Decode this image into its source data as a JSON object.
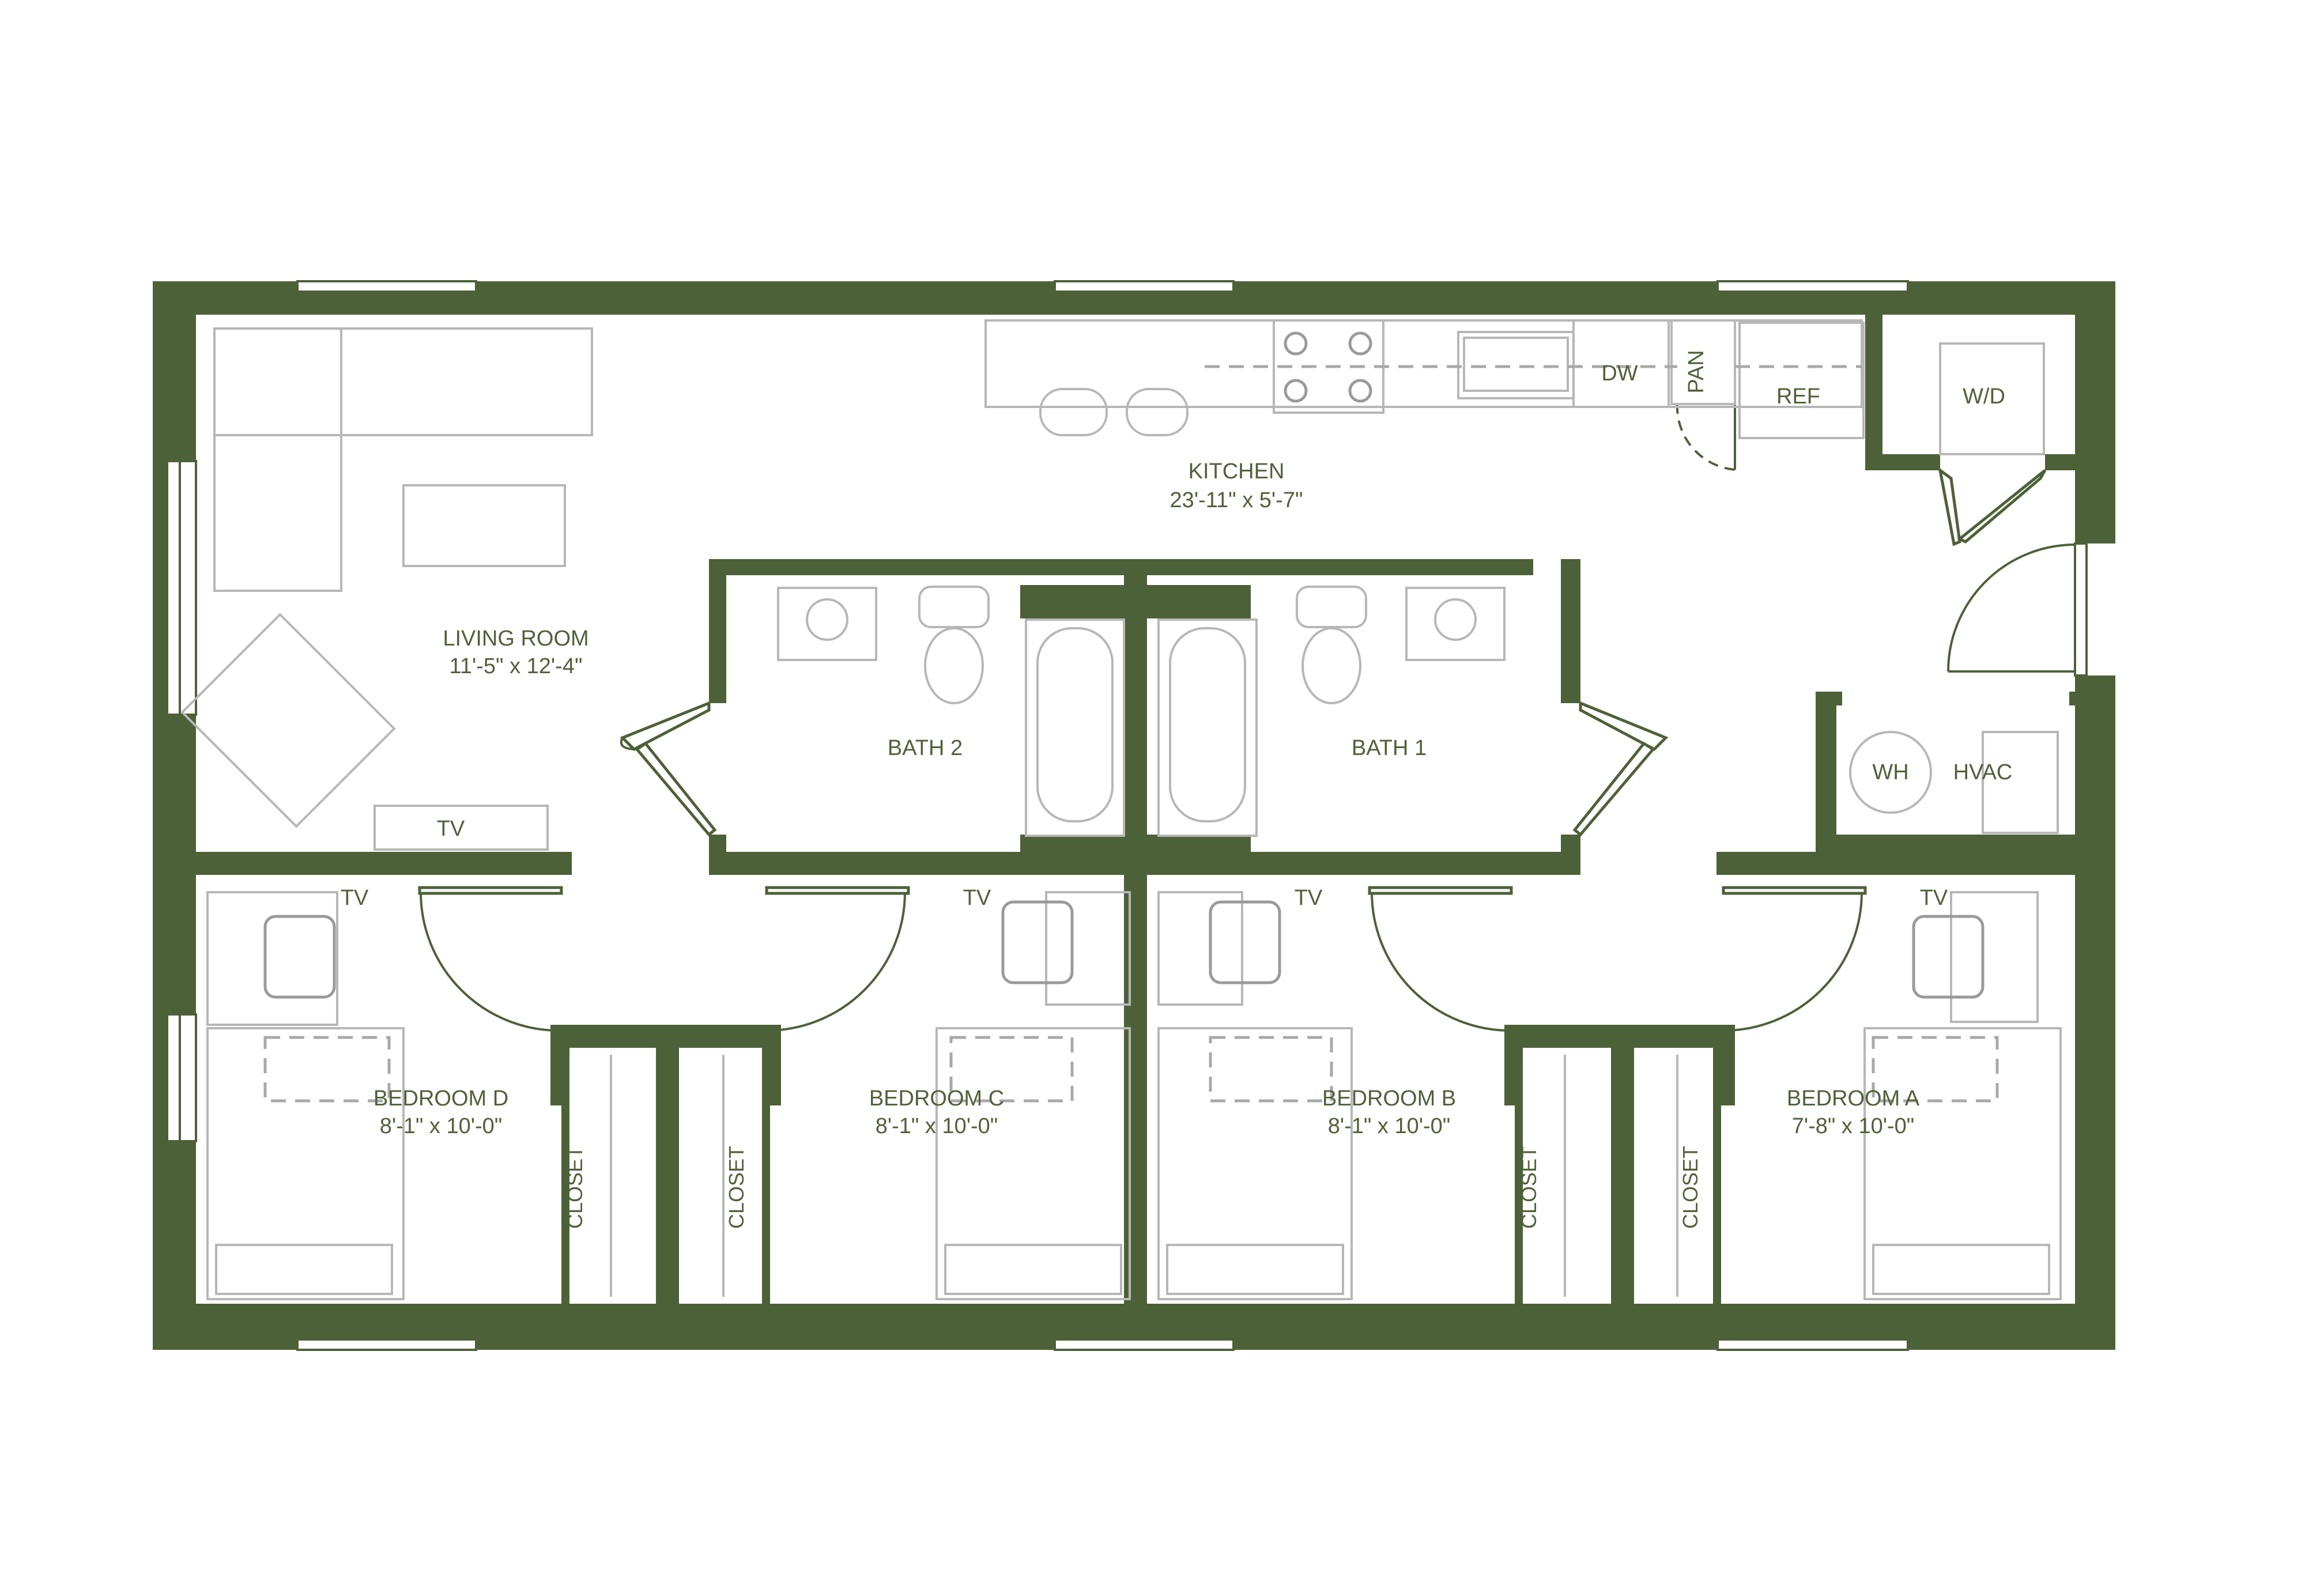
{
  "rooms": {
    "kitchen": {
      "name": "KITCHEN",
      "dims": "23'-11\" x 5'-7\""
    },
    "living_room": {
      "name": "LIVING ROOM",
      "dims": "11'-5\" x 12'-4\""
    },
    "bath_2": {
      "name": "BATH 2"
    },
    "bath_1": {
      "name": "BATH 1"
    },
    "bedroom_d": {
      "name": "BEDROOM D",
      "dims": "8'-1\" x 10'-0\""
    },
    "bedroom_c": {
      "name": "BEDROOM C",
      "dims": "8'-1\" x 10'-0\""
    },
    "bedroom_b": {
      "name": "BEDROOM B",
      "dims": "8'-1\" x 10'-0\""
    },
    "bedroom_a": {
      "name": "BEDROOM A",
      "dims": "7'-8\" x 10'-0\""
    }
  },
  "fixtures": {
    "dishwasher": "DW",
    "pantry": "PAN",
    "refrigerator": "REF",
    "washer_dryer": "W/D",
    "water_heater": "WH",
    "hvac": "HVAC",
    "tv": "TV",
    "closet": "CLOSET"
  },
  "colors": {
    "wall": "#4d6138",
    "label": "#4f6139",
    "fixture": "#b7b7b7"
  }
}
